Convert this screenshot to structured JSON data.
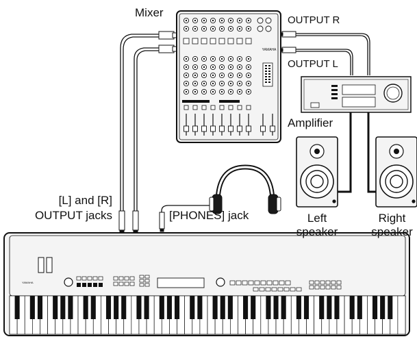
{
  "labels": {
    "mixer": "Mixer",
    "output_r": "OUTPUT R",
    "output_l": "OUTPUT L",
    "amplifier": "Amplifier",
    "lr_output_line1": "[L] and [R]",
    "lr_output_line2": "OUTPUT jacks",
    "phones_jack": "[PHONES] jack",
    "left_speaker_line1": "Left",
    "left_speaker_line2": "speaker",
    "right_speaker_line1": "Right",
    "right_speaker_line2": "speaker"
  },
  "brand": {
    "mixer_logo": "YAMAHA",
    "keyboard_logo": "YAMAHA"
  },
  "colors": {
    "line": "#111111",
    "device_fill": "#f4f4f4",
    "dark": "#1a1a1a",
    "white": "#ffffff"
  }
}
